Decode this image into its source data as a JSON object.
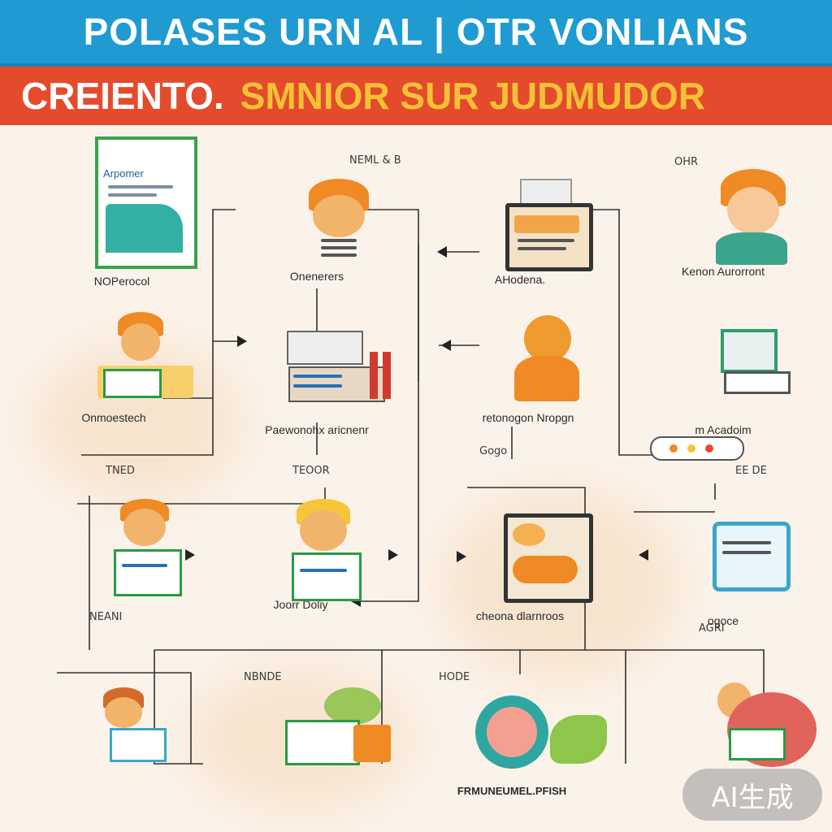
{
  "header": {
    "title_line1": "POLASES URN AL | OTR VONLIANS",
    "title_line2a": "CREIENTO.",
    "title_line2b": "SMNIOR SUR JUDMUDOR"
  },
  "nodes": [
    {
      "id": "n1",
      "label": "NOPerocol",
      "icon": "chart-board-icon",
      "board_text": "Arpomer"
    },
    {
      "id": "n2",
      "label": "Onenerers",
      "icon": "person-reading-icon"
    },
    {
      "id": "n3",
      "label": "AHodena.",
      "icon": "oven-icon"
    },
    {
      "id": "n4",
      "label": "Kenon Aurorront",
      "icon": "person-avatar-icon"
    },
    {
      "id": "n5",
      "label": "Onmoestech",
      "icon": "person-desk-icon"
    },
    {
      "id": "n6",
      "label": "Paewonohx aricnenr",
      "icon": "shelf-supplies-icon"
    },
    {
      "id": "n7",
      "label": "retonogon Nropgn",
      "icon": "person-sitting-icon"
    },
    {
      "id": "n8",
      "label": "m Acadoim",
      "icon": "kiosk-machine-icon"
    },
    {
      "id": "n9",
      "label": "",
      "icon": "person-laptop-icon"
    },
    {
      "id": "n10",
      "label": "Joorr Doliy",
      "icon": "person-laptop-icon"
    },
    {
      "id": "n11",
      "label": "cheona dlarnroos",
      "icon": "oven-food-icon"
    },
    {
      "id": "n12",
      "label": "ogoce",
      "icon": "monitor-icon"
    },
    {
      "id": "n13",
      "label": "",
      "icon": "person-laptop-icon"
    },
    {
      "id": "n14",
      "label": "",
      "icon": "vegetables-laptop-icon"
    },
    {
      "id": "n15",
      "label": "FRMUNEUMEL.PFISH",
      "icon": "fruit-slice-icon"
    },
    {
      "id": "n16",
      "label": "",
      "icon": "person-laptop-icon"
    }
  ],
  "notes": [
    {
      "id": "t1",
      "text": "NEML & B"
    },
    {
      "id": "t2",
      "text": "OHR"
    },
    {
      "id": "t3",
      "text": "TNED"
    },
    {
      "id": "t4",
      "text": "TEOOR"
    },
    {
      "id": "t5",
      "text": "Gogo"
    },
    {
      "id": "t6",
      "text": "EE DE"
    },
    {
      "id": "t7",
      "text": "NEANI"
    },
    {
      "id": "t8",
      "text": "AGRI"
    },
    {
      "id": "t9",
      "text": "HODE"
    },
    {
      "id": "t10",
      "text": "NBNDE"
    }
  ],
  "watermark": "AI生成",
  "colors": {
    "banner_blue": "#1f9bd1",
    "banner_red": "#e44b2c",
    "accent_yellow": "#f5c136",
    "board_green": "#3aa24a",
    "background": "#fbf3ea"
  }
}
